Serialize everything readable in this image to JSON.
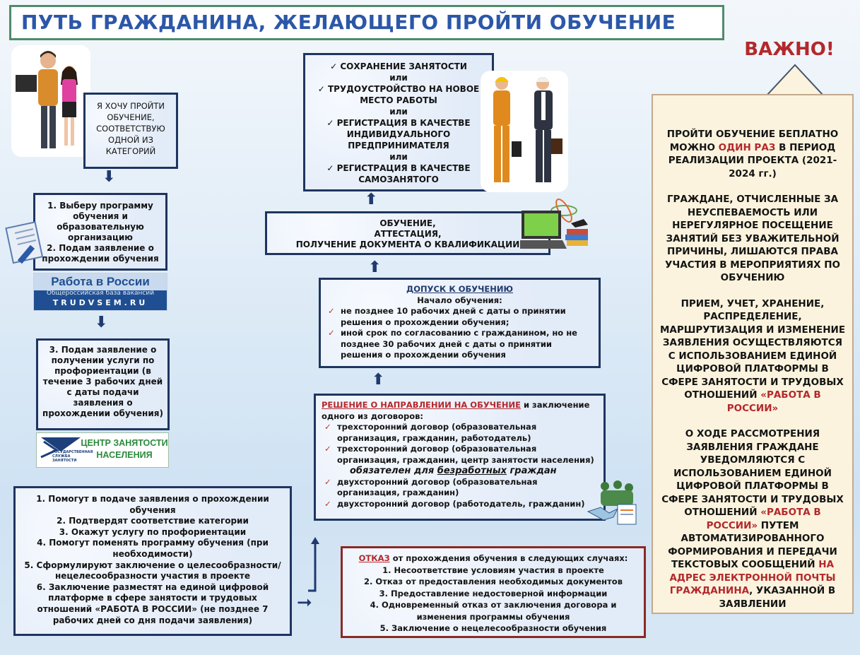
{
  "title": "ПУТЬ ГРАЖДАНИНА, ЖЕЛАЮЩЕГО ПРОЙТИ ОБУЧЕНИЕ",
  "important_label": "ВАЖНО!",
  "boxes": {
    "wish": "Я ХОЧУ ПРОЙТИ ОБУЧЕНИЕ, СООТВЕТСТВУЮ ОДНОЙ ИЗ КАТЕГОРИЙ",
    "step12": [
      "1. Выберу программу обучения и образовательную организацию",
      "2. Подам заявление о прохождении обучения"
    ],
    "step3": "3. Подам заявление о получении услуги по профориентации (в течение 3 рабочих дней с даты подачи заявления о прохождении обучения)",
    "help_list": [
      "1. Помогут в подаче заявления о прохождении обучения",
      "2. Подтвердят соответствие  категории",
      "3. Окажут услугу по профориентации",
      "4. Помогут поменять программу обучения (при необходимости)",
      "5. Сформулируют заключение о целесообразности/ нецелесообразности участия в проекте",
      "6. Заключение разместят на единой цифровой платформе в сфере занятости и трудовых отношений «РАБОТА В РОССИИ» (не позднее 7 рабочих дней со дня подачи заявления)"
    ],
    "outcomes": [
      {
        "text": "СОХРАНЕНИЕ ЗАНЯТОСТИ",
        "tick": true
      },
      {
        "text": "или",
        "tick": false
      },
      {
        "text": "ТРУДОУСТРОЙСТВО НА НОВОЕ МЕСТО РАБОТЫ",
        "tick": true
      },
      {
        "text": "или",
        "tick": false
      },
      {
        "text": "РЕГИСТРАЦИЯ В КАЧЕСТВЕ ИНДИВИДУАЛЬНОГО ПРЕДПРИНИМАТЕЛЯ",
        "tick": true
      },
      {
        "text": "или",
        "tick": false
      },
      {
        "text": "РЕГИСТРАЦИЯ В КАЧЕСТВЕ САМОЗАНЯТОГО",
        "tick": true
      }
    ],
    "training": [
      "ОБУЧЕНИЕ,",
      "АТТЕСТАЦИЯ,",
      "ПОЛУЧЕНИЕ ДОКУМЕНТА О КВАЛИФИКАЦИИ"
    ],
    "admission": {
      "heading": "ДОПУСК К ОБУЧЕНИЮ",
      "subheading": "Начало обучения:",
      "items": [
        "не позднее 10 рабочих дней с даты о принятии решения о прохождении обучения;",
        "иной срок по согласованию с гражданином, но не позднее 30 рабочих дней с даты о принятии решения о прохождении обучения"
      ]
    },
    "decision": {
      "heading": "РЕШЕНИЕ О НАПРАВЛЕНИИ НА ОБУЧЕНИЕ",
      "intro_rest": " и заключение одного из договоров:",
      "items": [
        "трехсторонний договор (образовательная организация, гражданин, работодатель)",
        "трехсторонний договор (образовательная организация, гражданин, центр занятости населения)"
      ],
      "note_prefix": "обязателен для ",
      "note_underlined": "безработных",
      "note_suffix": " граждан",
      "items2": [
        "двухсторонний договор (образовательная организация, гражданин)",
        "двухсторонний договор (работодатель, гражданин)"
      ]
    },
    "refusal": {
      "heading": "ОТКАЗ",
      "intro_rest": " от прохождения обучения в следующих случаях:",
      "items": [
        "1. Несоответствие условиям участия в проекте",
        "2. Отказ от предоставления необходимых документов",
        "3. Предоставление недостоверной информации",
        "4. Одновременный отказ от заключения договора и изменения программы обучения",
        "5. Заключение о нецелесообразности обучения"
      ]
    }
  },
  "logos": {
    "trudvsem_title": "Работа в России",
    "trudvsem_subtitle": "Общероссийская база вакансий",
    "trudvsem_url": "TRUDVSEM.RU",
    "czn_title": "ЦЕНТР ЗАНЯТОСТИ НАСЕЛЕНИЯ",
    "czn_small": "ГОСУДАРСТВЕННАЯ СЛУЖБА ЗАНЯТОСТИ"
  },
  "info": {
    "p1_a": "ПРОЙТИ ОБУЧЕНИЕ БЕПЛАТНО МОЖНО ",
    "p1_red": "ОДИН РАЗ",
    "p1_b": " В ПЕРИОД РЕАЛИЗАЦИИ ПРОЕКТА (2021-2024 гг.)",
    "p2": "ГРАЖДАНЕ, ОТЧИСЛЕННЫЕ ЗА НЕУСПЕВАЕМОСТЬ ИЛИ НЕРЕГУЛЯРНОЕ ПОСЕЩЕНИЕ ЗАНЯТИЙ БЕЗ УВАЖИТЕЛЬНОЙ ПРИЧИНЫ, ЛИШАЮТСЯ ПРАВА УЧАСТИЯ В МЕРОПРИЯТИЯХ ПО ОБУЧЕНИЮ",
    "p3_a": "ПРИЕМ, УЧЕТ, ХРАНЕНИЕ, РАСПРЕДЕЛЕНИЕ, МАРШРУТИЗАЦИЯ И ИЗМЕНЕНИЕ ЗАЯВЛЕНИЯ ОСУЩЕСТВЛЯЮТСЯ С ИСПОЛЬЗОВАНИЕМ ЕДИНОЙ ЦИФРОВОЙ ПЛАТФОРМЫ В СФЕРЕ ЗАНЯТОСТИ И ТРУДОВЫХ ОТНОШЕНИЙ ",
    "p3_red": "«РАБОТА В РОССИИ»",
    "p4_a": "О ХОДЕ РАССМОТРЕНИЯ ЗАЯВЛЕНИЯ ГРАЖДАНЕ УВЕДОМЛЯЮТСЯ С ИСПОЛЬЗОВАНИЕМ ЕДИНОЙ ЦИФРОВОЙ ПЛАТФОРМЫ В СФЕРЕ ЗАНЯТОСТИ И ТРУДОВЫХ ОТНОШЕНИЙ ",
    "p4_red1": "«РАБОТА В РОССИИ»",
    "p4_b": " ПУТЕМ АВТОМАТИЗИРОВАННОГО ФОРМИРОВАНИЯ И ПЕРЕДАЧИ ТЕКСТОВЫХ СООБЩЕНИЙ ",
    "p4_red2": "НА АДРЕС ЭЛЕКТРОННОЙ ПОЧТЫ ГРАЖДАНИНА",
    "p4_c": ", УКАЗАННОЙ В ЗАЯВЛЕНИИ"
  },
  "colors": {
    "title_text": "#2c57a8",
    "accent_red": "#b3282c",
    "box_border": "#1f3560",
    "info_bg": "#fbf3dd"
  }
}
